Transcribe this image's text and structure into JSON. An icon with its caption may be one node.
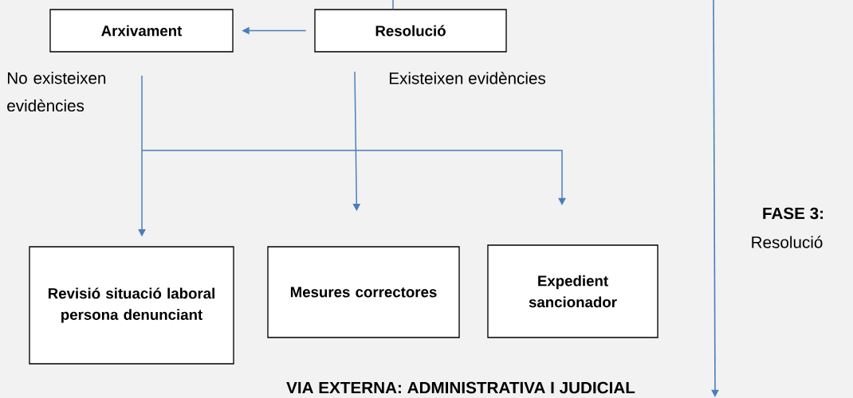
{
  "diagram": {
    "nodes": [
      {
        "text": [
          "Arxivament"
        ]
      },
      {
        "text": [
          "Resolució"
        ]
      },
      {
        "text": [
          "Revisió situació laboral persona denunciant"
        ]
      },
      {
        "text": [
          "Mesures correctores"
        ]
      },
      {
        "text": [
          "Expedient sancionador"
        ]
      }
    ],
    "edges": [
      {
        "from": 1,
        "to": 0,
        "arrow": "to"
      },
      {
        "from": null,
        "to": 1,
        "arrow": "none"
      },
      {
        "from": null,
        "to": 2,
        "arrow": "to"
      },
      {
        "from": null,
        "to": 3,
        "arrow": "to"
      },
      {
        "from": null,
        "to": 4,
        "arrow": "to"
      }
    ],
    "labels": [
      "No existeixen evidències",
      "Existeixen evidències",
      "FASE 3:",
      "Resolució",
      "VIA EXTERNA: ADMINISTRATIVA I JUDICIAL"
    ]
  }
}
